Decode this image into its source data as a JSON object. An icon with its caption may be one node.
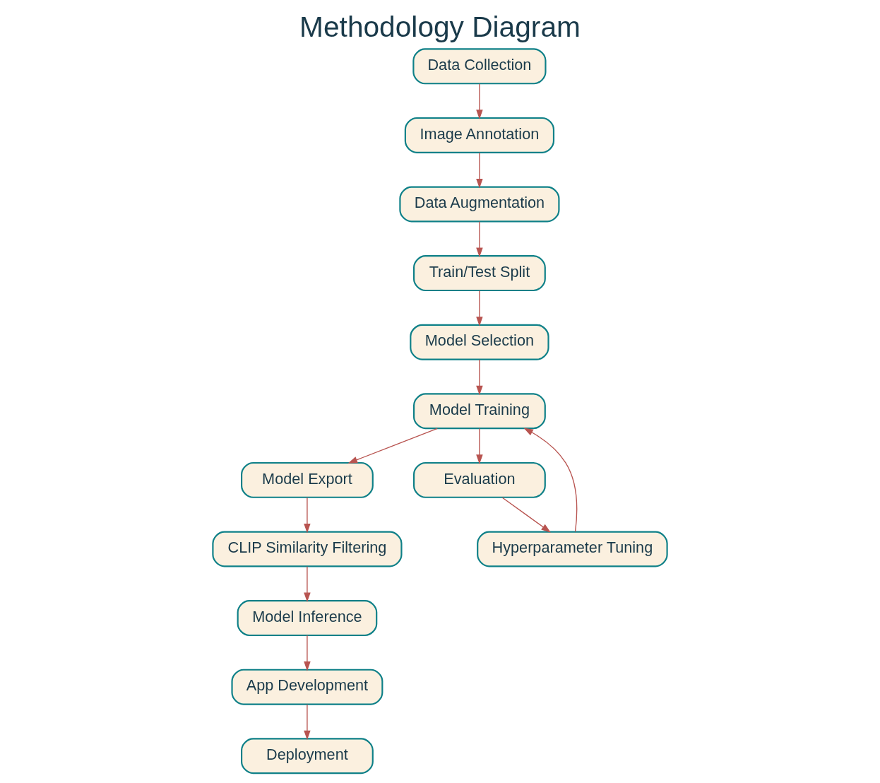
{
  "diagram": {
    "title": "Methodology Diagram",
    "nodes": [
      {
        "text": [
          "Data Collection"
        ]
      },
      {
        "text": [
          "Image Annotation"
        ]
      },
      {
        "text": [
          "Data Augmentation"
        ]
      },
      {
        "text": [
          "Train/Test Split"
        ]
      },
      {
        "text": [
          "Model Selection"
        ]
      },
      {
        "text": [
          "Model Training"
        ]
      },
      {
        "text": [
          "Model Export"
        ]
      },
      {
        "text": [
          "CLIP Similarity Filtering"
        ]
      },
      {
        "text": [
          "Model Inference"
        ]
      },
      {
        "text": [
          "Evaluation"
        ]
      },
      {
        "text": [
          "Hyperparameter Tuning"
        ]
      },
      {
        "text": [
          "App Development"
        ]
      },
      {
        "text": [
          "Deployment"
        ]
      }
    ],
    "edges": [
      {
        "from": 0,
        "to": 1,
        "arrow": "to"
      },
      {
        "from": 1,
        "to": 2,
        "arrow": "to"
      },
      {
        "from": 2,
        "to": 3,
        "arrow": "to"
      },
      {
        "from": 3,
        "to": 4,
        "arrow": "to"
      },
      {
        "from": 4,
        "to": 5,
        "arrow": "to"
      },
      {
        "from": 5,
        "to": 9,
        "arrow": "to"
      },
      {
        "from": 9,
        "to": 10,
        "arrow": "to"
      },
      {
        "from": 10,
        "to": 5,
        "arrow": "to"
      },
      {
        "from": 5,
        "to": 6,
        "arrow": "to"
      },
      {
        "from": 6,
        "to": 7,
        "arrow": "to"
      },
      {
        "from": 7,
        "to": 8,
        "arrow": "to"
      },
      {
        "from": 8,
        "to": 11,
        "arrow": "to"
      },
      {
        "from": 11,
        "to": 12,
        "arrow": "to"
      }
    ]
  }
}
